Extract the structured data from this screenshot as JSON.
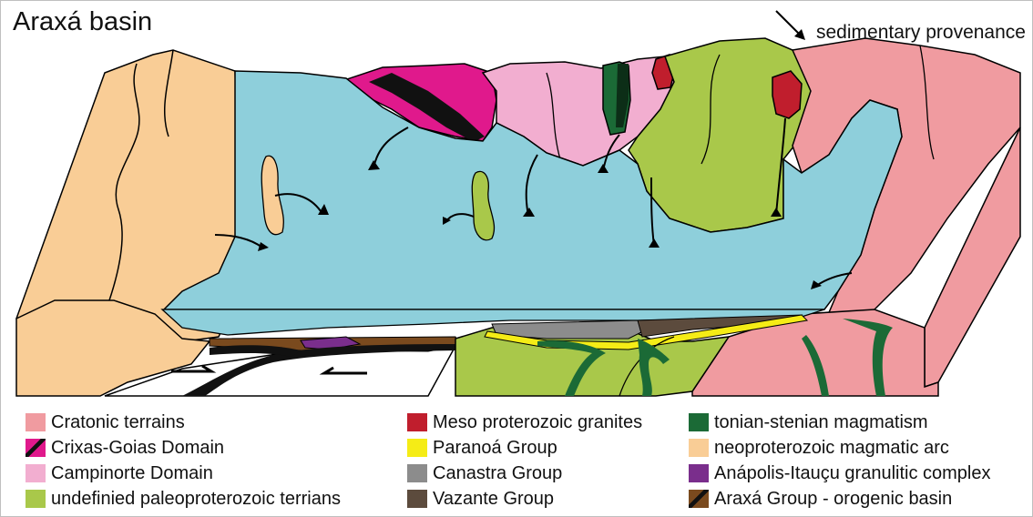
{
  "title": "Araxá basin",
  "provenance_label": "sedimentary provenance",
  "colors": {
    "cratonic": "#f09ba0",
    "crixas": "#e0198c",
    "campinorte": "#f2aed0",
    "paleoproterozoic": "#a9c84a",
    "meso_granites": "#c01e2d",
    "paranoa": "#f5ec16",
    "canastra": "#8c8c8c",
    "vazante": "#5c4b3d",
    "tonian": "#1b6a36",
    "neo_arc": "#f9cd96",
    "anapolis": "#7a2e8c",
    "araxa": "#7a4a1e",
    "basin_water": "#8ecfdb"
  },
  "legend": [
    {
      "label": "Cratonic terrains",
      "color_key": "cratonic",
      "icon": "solid"
    },
    {
      "label": "Crixas-Goias Domain",
      "color_key": "crixas",
      "icon": "stripe"
    },
    {
      "label": "Campinorte Domain",
      "color_key": "campinorte",
      "icon": "solid"
    },
    {
      "label": "undefinied paleoproterozoic terrians",
      "color_key": "paleoproterozoic",
      "icon": "solid"
    },
    {
      "label": "Meso proterozoic granites",
      "color_key": "meso_granites",
      "icon": "solid"
    },
    {
      "label": "Paranoá Group",
      "color_key": "paranoa",
      "icon": "solid"
    },
    {
      "label": "Canastra Group",
      "color_key": "canastra",
      "icon": "solid"
    },
    {
      "label": "Vazante Group",
      "color_key": "vazante",
      "icon": "solid"
    },
    {
      "label": "tonian-stenian magmatism",
      "color_key": "tonian",
      "icon": "solid"
    },
    {
      "label": "neoproterozoic magmatic arc",
      "color_key": "neo_arc",
      "icon": "solid"
    },
    {
      "label": "Anápolis-Itauçu granulitic complex",
      "color_key": "anapolis",
      "icon": "solid"
    },
    {
      "label": "Araxá Group - orogenic basin",
      "color_key": "araxa",
      "icon": "stripe"
    }
  ]
}
